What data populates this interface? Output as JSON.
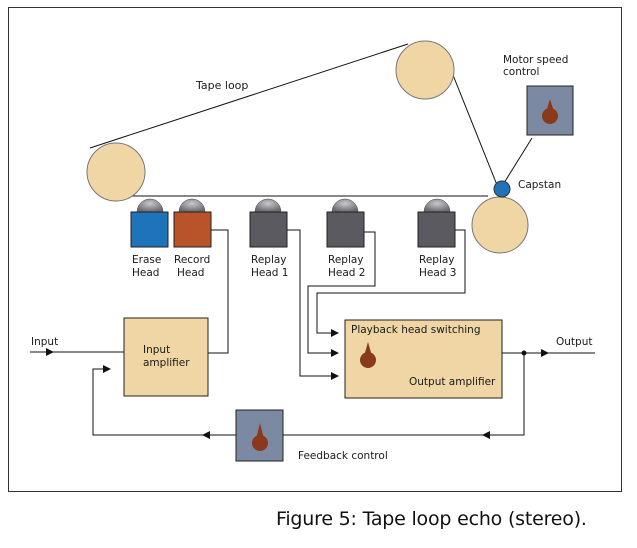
{
  "labels": {
    "tape_loop": "Tape loop",
    "motor_speed_1": "Motor speed",
    "motor_speed_2": "control",
    "capstan": "Capstan",
    "erase_1": "Erase",
    "erase_2": "Head",
    "record_1": "Record",
    "record_2": "Head",
    "replay1_1": "Replay",
    "replay1_2": "Head 1",
    "replay2_1": "Replay",
    "replay2_2": "Head 2",
    "replay3_1": "Replay",
    "replay3_2": "Head 3",
    "input": "Input",
    "input_amp_1": "Input",
    "input_amp_2": "amplifier",
    "playback_switching": "Playback head switching",
    "output_amp": "Output amplifier",
    "output": "Output",
    "feedback": "Feedback control"
  },
  "caption": "Figure 5: Tape loop echo (stereo).",
  "colors": {
    "reel": "#f0d6a4",
    "amp_box": "#f0d6a4",
    "knob_panel": "#7c89a3",
    "knob": "#8a3a1a",
    "erase_head": "#1f73b8",
    "record_head": "#b8532a",
    "replay_head": "#5a5a60",
    "capstan": "#1f73b8"
  }
}
